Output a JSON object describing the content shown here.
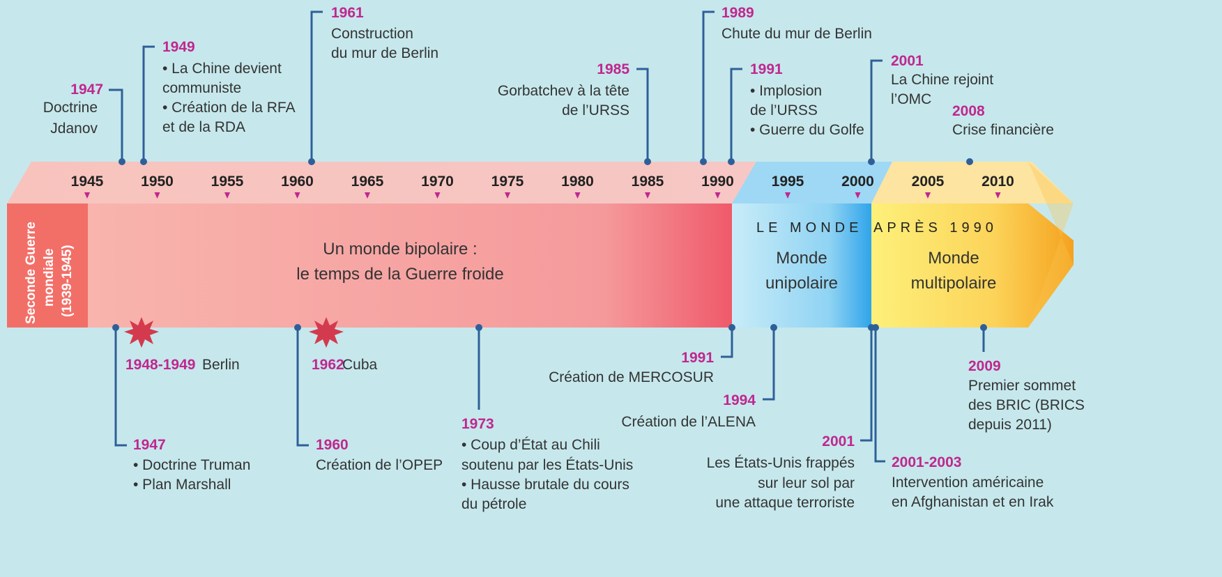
{
  "axis": {
    "ticks": [
      "1945",
      "1950",
      "1955",
      "1960",
      "1965",
      "1970",
      "1975",
      "1980",
      "1985",
      "1990",
      "1995",
      "2000",
      "2005",
      "2010"
    ]
  },
  "periods": {
    "ww2": [
      "Seconde Guerre",
      "mondiale",
      "(1939-1945)"
    ],
    "cold_war": [
      "Un monde bipolaire :",
      "le temps de la Guerre froide"
    ],
    "after_1990_a": "LE MONDE ",
    "after_1990_b": "APRÈS 1990",
    "unipolar": [
      "Monde",
      "unipolaire"
    ],
    "multipolar": [
      "Monde",
      "multipolaire"
    ]
  },
  "events_top": [
    {
      "id": "e1947a",
      "year": "1947",
      "lines": [
        "Doctrine",
        "Jdanov"
      ]
    },
    {
      "id": "e1949",
      "year": "1949",
      "lines": [
        "• La Chine devient",
        "communiste",
        "• Création de la RFA",
        "et de la RDA"
      ]
    },
    {
      "id": "e1961",
      "year": "1961",
      "lines": [
        "Construction",
        "du mur de Berlin"
      ]
    },
    {
      "id": "e1985",
      "year": "1985",
      "lines": [
        "Gorbatchev à la tête",
        "de l’URSS"
      ]
    },
    {
      "id": "e1989",
      "year": "1989",
      "lines": [
        "Chute du mur de Berlin"
      ]
    },
    {
      "id": "e1991a",
      "year": "1991",
      "lines": [
        "• Implosion",
        "de l’URSS",
        "• Guerre du Golfe"
      ]
    },
    {
      "id": "e2001a",
      "year": "2001",
      "lines": [
        "La Chine rejoint",
        "l’OMC"
      ]
    },
    {
      "id": "e2008",
      "year": "2008",
      "lines": [
        "Crise financière"
      ]
    }
  ],
  "events_bottom": [
    {
      "id": "c1948",
      "year": "1948-1949",
      "lines": [
        " Berlin"
      ]
    },
    {
      "id": "c1962",
      "year": "1962",
      "lines": [
        " Cuba"
      ]
    },
    {
      "id": "e1947b",
      "year": "1947",
      "lines": [
        "• Doctrine Truman",
        "• Plan Marshall"
      ]
    },
    {
      "id": "e1960",
      "year": "1960",
      "lines": [
        "Création de l’OPEP"
      ]
    },
    {
      "id": "e1973",
      "year": "1973",
      "lines": [
        "• Coup d’État au Chili",
        "soutenu par les États-Unis",
        "• Hausse brutale du cours",
        "du pétrole"
      ]
    },
    {
      "id": "e1991b",
      "year": "1991",
      "lines": [
        "Création de MERCOSUR"
      ]
    },
    {
      "id": "e1994",
      "year": "1994",
      "lines": [
        "Création de l’ALENA"
      ]
    },
    {
      "id": "e2001b",
      "year": "2001",
      "lines": [
        "Les États-Unis frappés",
        "sur leur sol par",
        "une attaque terroriste"
      ]
    },
    {
      "id": "e2001c",
      "year": "2001-2003",
      "lines": [
        "Intervention américaine",
        "en Afghanistan et en Irak"
      ]
    },
    {
      "id": "e2009",
      "year": "2009",
      "lines": [
        "Premier sommet",
        "des BRIC (BRICS",
        "depuis 2011)"
      ]
    }
  ],
  "colors": {
    "background": "#c6e8ec",
    "cold_war": "#f06070",
    "unipolar": "#3aaef0",
    "multipolar": "#f5a623",
    "year_text": "#c0278f",
    "connector": "#2f5f99",
    "crisis_star": "#d43a4e"
  }
}
